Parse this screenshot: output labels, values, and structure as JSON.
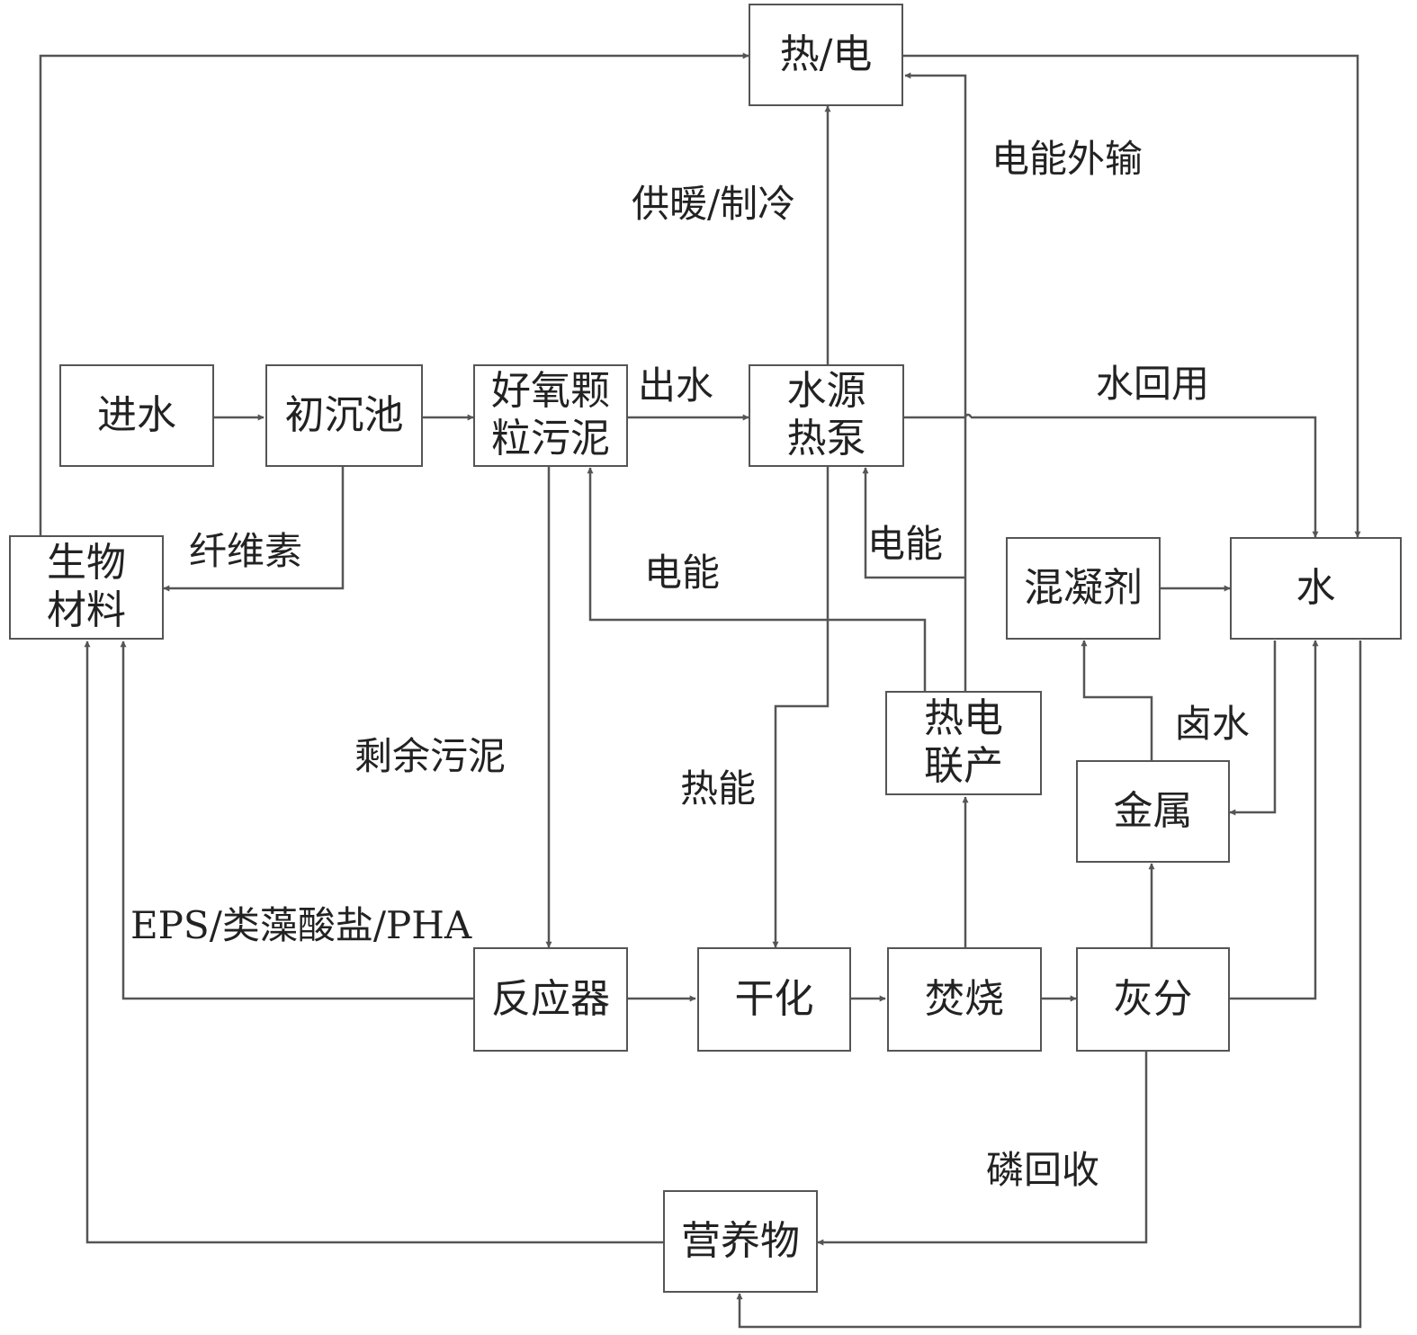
{
  "nodes": {
    "heat_power": "热/电",
    "inflow": "进水",
    "primary_clarifier": "初沉池",
    "aerobic_granular_sludge": "好氧颗\n粒污泥",
    "water_source_heat_pump": "水源\n热泵",
    "biomaterial": "生物\n材料",
    "coagulant": "混凝剂",
    "water": "水",
    "chp": "热电\n联产",
    "metal": "金属",
    "reactor": "反应器",
    "drying": "干化",
    "incineration": "焚烧",
    "ash": "灰分",
    "nutrient": "营养物"
  },
  "edge_labels": {
    "heating_cooling": "供暖/制冷",
    "power_export": "电能外输",
    "effluent": "出水",
    "water_reuse": "水回用",
    "cellulose": "纤维素",
    "electricity_1": "电能",
    "electricity_2": "电能",
    "brine": "卤水",
    "excess_sludge": "剩余污泥",
    "thermal_energy": "热能",
    "biopolymers": "EPS/类藻酸盐/PHA",
    "phosphorus_recovery": "磷回收"
  },
  "colors": {
    "line": "#555555",
    "text": "#222222"
  }
}
